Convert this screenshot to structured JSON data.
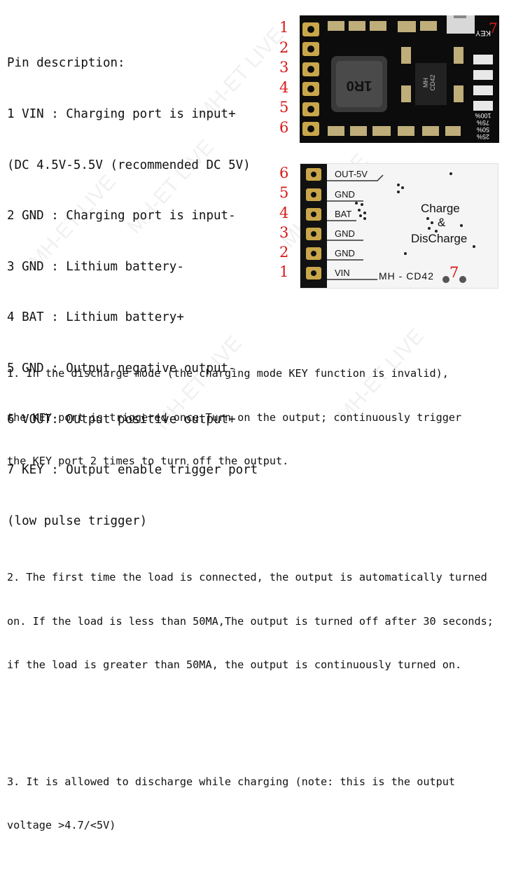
{
  "pin_description": {
    "title": "Pin description:",
    "lines": [
      "1 VIN : Charging port is input+",
      "(DC 4.5V-5.5V (recommended DC 5V)",
      "2 GND : Charging port is input-",
      "3 GND : Lithium battery-",
      "4 BAT : Lithium battery+",
      "5 GND : Output negative output-",
      "6 VOUT: Output positive output+",
      "7 KEY : Output enable trigger port",
      "(low pulse trigger)"
    ]
  },
  "top_board": {
    "pin_numbers": [
      "1",
      "2",
      "3",
      "4",
      "5",
      "6"
    ],
    "key_number": "7",
    "key_label": "KEY",
    "inductor_label": "1R0",
    "chip_label_line1": "MH",
    "chip_label_line2": "CD42",
    "percent_labels": [
      "100%",
      "75%",
      "50%",
      "25%"
    ]
  },
  "bottom_board": {
    "pin_numbers": [
      "6",
      "5",
      "4",
      "3",
      "2",
      "1"
    ],
    "pad_labels": [
      "OUT-5V",
      "GND",
      "BAT",
      "GND",
      "GND",
      "VIN"
    ],
    "title_line1": "Charge",
    "title_line2": "&",
    "title_line3": "DisCharge",
    "model": "MH - CD42",
    "key_number": "7"
  },
  "notes": [
    [
      "1. In the discharge mode (the charging mode KEY function is invalid),",
      "the KEY port is triggered once,Turn on the output; continuously trigger",
      "the KEY port 2 times to turn off the output."
    ],
    [
      "2. The first time the load is connected, the output is automatically turned",
      "on. If the load is less than 50MA,The output is turned off after 30 seconds;",
      "if the load is greater than 50MA, the output is continuously turned on."
    ],
    [
      "3. It is allowed to discharge while charging (note: this is the output",
      "voltage >4.7/<5V)"
    ]
  ],
  "watermark": "MH-ET LIVE",
  "colors": {
    "pin_number": "#d81818",
    "board_top": "#0c0c0c",
    "board_bottom": "#f5f5f5",
    "pad_gold": "#c9a64a"
  }
}
